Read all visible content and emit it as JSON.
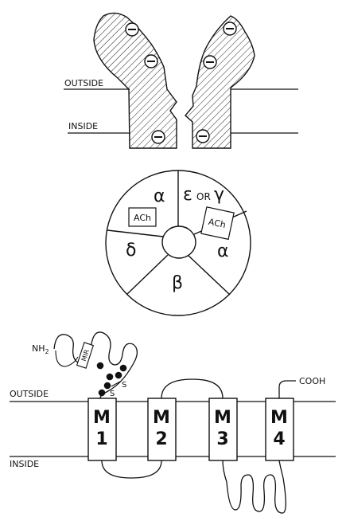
{
  "channel": {
    "outside_label": "OUTSIDE",
    "inside_label": "INSIDE",
    "charge_symbol": "−"
  },
  "receptor": {
    "subunits": {
      "alpha_top": "α",
      "epsilon": "ε",
      "or": "OR",
      "gamma": "γ",
      "delta": "δ",
      "alpha_right": "α",
      "beta": "β"
    },
    "ach_label": "ACh"
  },
  "topology": {
    "nh2": "NH",
    "nh2_sub": "2",
    "mir": "MIR",
    "s_label": "S",
    "cooh": "COOH",
    "outside_label": "OUTSIDE",
    "inside_label": "INSIDE",
    "segments": [
      {
        "m": "M",
        "n": "1"
      },
      {
        "m": "M",
        "n": "2"
      },
      {
        "m": "M",
        "n": "3"
      },
      {
        "m": "M",
        "n": "4"
      }
    ]
  }
}
